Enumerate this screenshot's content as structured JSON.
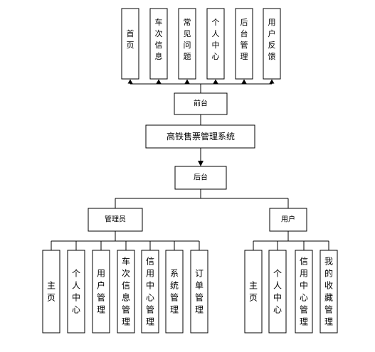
{
  "front_modules": [
    "首页",
    "车次信息",
    "常见问题",
    "个人中心",
    "后台管理",
    "用户反馈"
  ],
  "front_label": "前台",
  "system_title": "高铁售票管理系统",
  "back_label": "后台",
  "admin": {
    "label": "管理员",
    "modules": [
      "主页",
      "个人中心",
      "用户管理",
      "车次信息管理",
      "信用中心管理",
      "系统管理",
      "订单管理"
    ]
  },
  "user": {
    "label": "用户",
    "modules": [
      "主页",
      "个人中心",
      "信用中心管理",
      "我的收藏管理"
    ]
  }
}
